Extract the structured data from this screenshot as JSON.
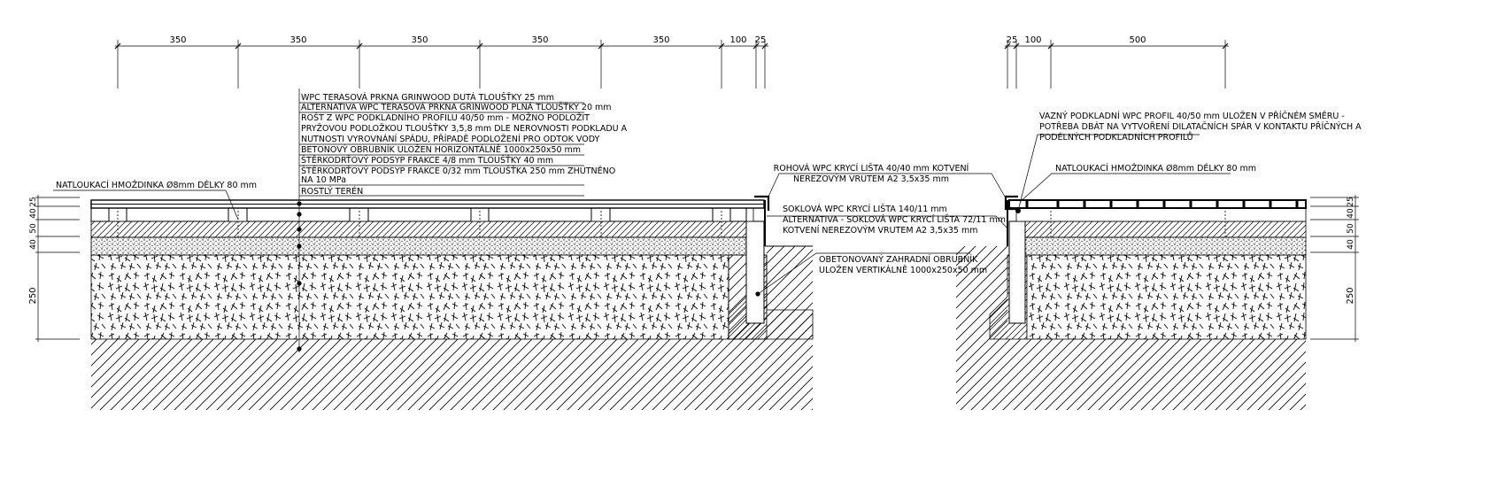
{
  "dimensions": {
    "top_left": [
      "350",
      "350",
      "350",
      "350",
      "350",
      "100",
      "25"
    ],
    "top_right": [
      "25",
      "100",
      "500"
    ],
    "side_upper": [
      "25",
      "40",
      "50",
      "40"
    ],
    "side_lower": "250"
  },
  "notes": {
    "layers": [
      "WPC TERASOVÁ PRKNA GRINWOOD DUTÁ TLOUŠŤKY 25 mm",
      "ALTERNATIVA WPC TERASOVÁ PRKNA GRINWOOD PLNÁ TLOUŠŤKY 20 mm",
      "ROŠT Z WPC  PODKLADNÍHO PROFILU 40/50 mm - MOŽNO PODLOŽIT",
      "PRYŽOVOU PODLOŽKOU TLOUŠŤKY 3,5,8 mm DLE NEROVNOSTI PODKLADU A",
      "NUTNOSTI VYROVNÁNÍ SPÁDU, PŘÍPADĚ PODLOŽENÍ PRO ODTOK VODY",
      "BETONOVÝ OBRUBNÍK ULOŽEN HORIZONTÁLNĚ 1000x250x50 mm",
      "ŠTĚRKODRŤOVÝ PODSYP FRAKCE 4/8 mm TLOUŠŤKY 40 mm",
      "ŠTĚRKODRŤOVÝ PODSYP FRAKCE 0/32 mm TLOUŠŤKA 250 mm ZHUTNĚNO",
      "NA 10 MPa",
      "ROSTLÝ TERÉN"
    ],
    "anchor_left": "NATLOUKACÍ HMOŽDINKA Ø8mm DÉLKY 80 mm",
    "corner_trim": [
      "ROHOVÁ WPC KRYCÍ LIŠTA 40/40 mm KOTVENÍ",
      "NEREZOVÝM VRUTEM A2 3,5x35 mm"
    ],
    "plinth_trim": [
      "SOKLOVÁ WPC KRYCÍ LIŠTA 140/11 mm",
      "ALTERNATIVA - SOKLOVÁ WPC KRYCÍ LIŠTA 72/11 mm",
      "KOTVENÍ NEREZOVÝM VRUTEM A2 3,5x35 mm"
    ],
    "garden_curb": [
      "OBETONOVANÝ ZAHRADNÍ OBRUBNÍK",
      "ULOŽEN VERTIKÁLNĚ 1000x250x50 mm"
    ],
    "joist": [
      "VAZNÝ PODKLADNÍ WPC PROFIL 40/50 mm ULOŽEN V PŘÍČNÉM SMĚRU -",
      "POTŘEBA DBÁT NA VYTVOŘENÍ DILATAČNÍCH SPÁR V KONTAKTU PŘÍČNÝCH A",
      "PODÉLNÝCH PODKLADNÍCH PROFILŮ"
    ],
    "anchor_right": "NATLOUKACÍ HMOŽDINKA Ø8mm DÉLKY 80 mm"
  }
}
